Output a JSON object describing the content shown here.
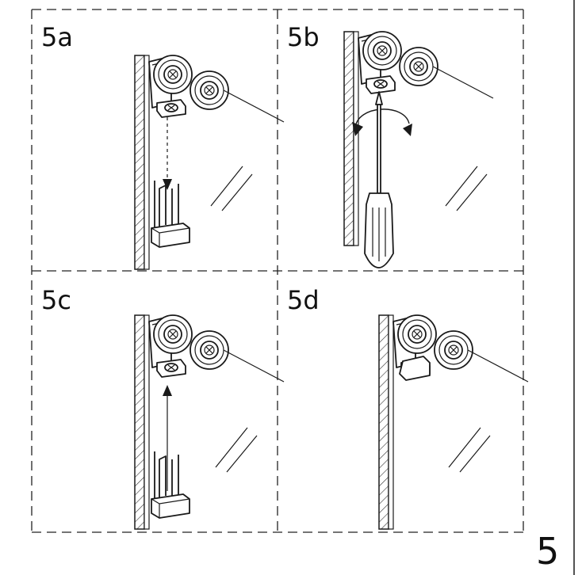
{
  "panels": [
    {
      "label": "5a"
    },
    {
      "label": "5b"
    },
    {
      "label": "5c"
    },
    {
      "label": "5d"
    }
  ],
  "page": {
    "number": "5"
  },
  "colors": {
    "ink": "#1a1a1a",
    "background": "#ffffff"
  }
}
